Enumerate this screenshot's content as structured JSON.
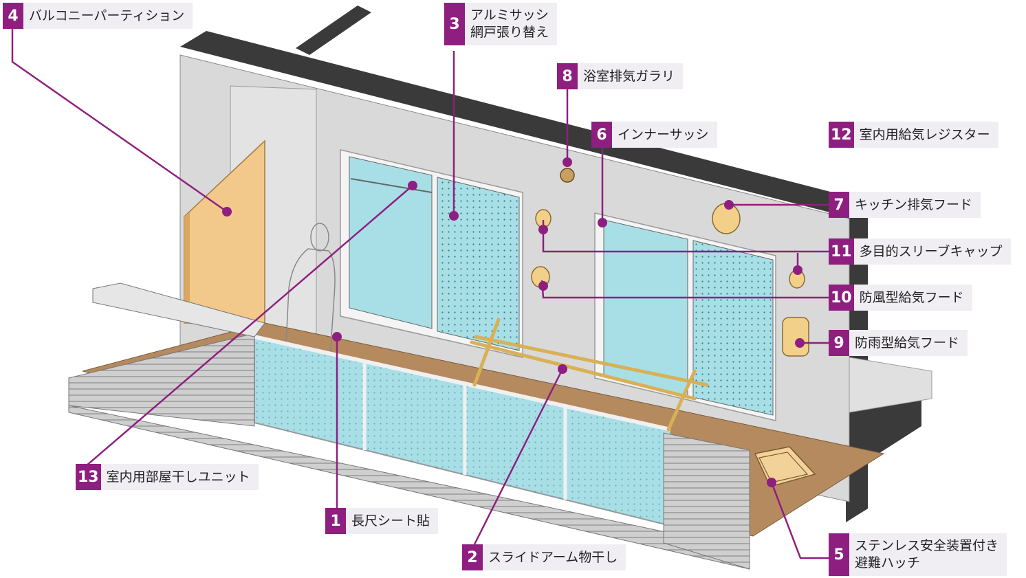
{
  "colors": {
    "accent": "#8e1f80",
    "wall": "#d9d9d9",
    "wall_dark": "#3a3a3a",
    "glass": "#a8dfe6",
    "floor": "#b48a5e",
    "partition": "#f2c98a",
    "rail": "#d8d8d8"
  },
  "callouts": [
    {
      "num": "4",
      "text": "バルコニーパーティション"
    },
    {
      "num": "3",
      "lines": [
        "アルミサッシ",
        "網戸張り替え"
      ]
    },
    {
      "num": "8",
      "text": "浴室排気ガラリ"
    },
    {
      "num": "6",
      "text": "インナーサッシ"
    },
    {
      "num": "12",
      "text": "室内用給気レジスター"
    },
    {
      "num": "7",
      "text": "キッチン排気フード"
    },
    {
      "num": "11",
      "text": "多目的スリーブキャップ"
    },
    {
      "num": "10",
      "text": "防風型給気フード"
    },
    {
      "num": "9",
      "text": "防雨型給気フード"
    },
    {
      "num": "13",
      "text": "室内用部屋干しユニット"
    },
    {
      "num": "1",
      "text": "長尺シート貼"
    },
    {
      "num": "2",
      "text": "スライドアーム物干し"
    },
    {
      "num": "5",
      "lines": [
        "ステンレス安全装置付き",
        "避難ハッチ"
      ]
    }
  ]
}
